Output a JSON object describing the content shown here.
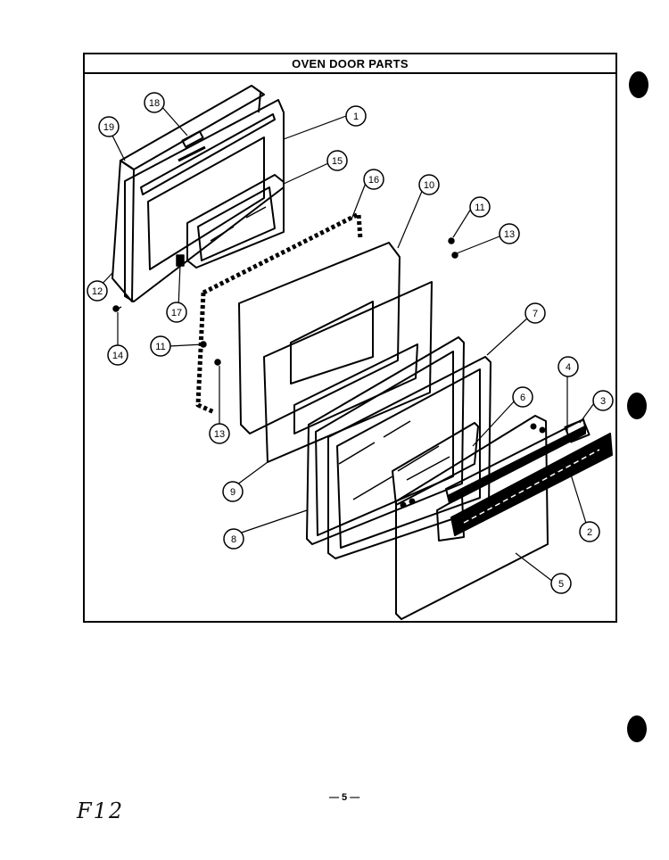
{
  "title": "OVEN DOOR PARTS",
  "page_number": "— 5 —",
  "handwritten_note": "F12",
  "callouts": [
    {
      "label": "1"
    },
    {
      "label": "2"
    },
    {
      "label": "3"
    },
    {
      "label": "4"
    },
    {
      "label": "5"
    },
    {
      "label": "6"
    },
    {
      "label": "7"
    },
    {
      "label": "8"
    },
    {
      "label": "9"
    },
    {
      "label": "10"
    },
    {
      "label": "11"
    },
    {
      "label": "11"
    },
    {
      "label": "12"
    },
    {
      "label": "13"
    },
    {
      "label": "13"
    },
    {
      "label": "14"
    },
    {
      "label": "15"
    },
    {
      "label": "16"
    },
    {
      "label": "17"
    },
    {
      "label": "18"
    },
    {
      "label": "19"
    }
  ]
}
